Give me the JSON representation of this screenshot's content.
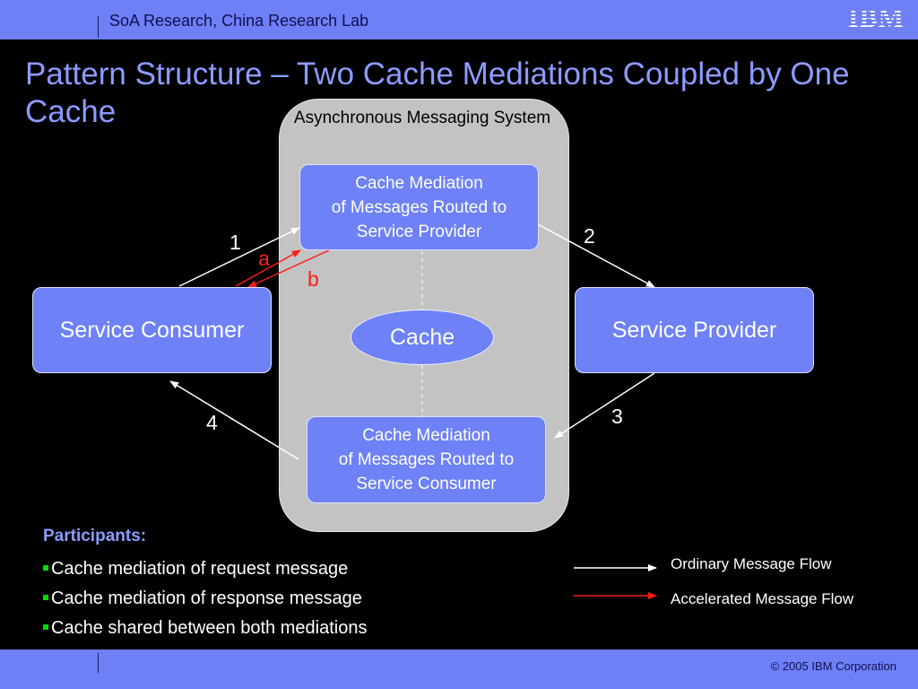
{
  "header": {
    "org": "SoA Research, China Research Lab",
    "logo": "IBM"
  },
  "title": "Pattern Structure – Two Cache Mediations Coupled by One Cache",
  "container": {
    "label": "Asynchronous Messaging System"
  },
  "nodes": {
    "request_mediation": "Cache Mediation\nof Messages Routed to\nService Provider",
    "response_mediation": "Cache Mediation\nof Messages Routed to\nService Consumer",
    "consumer": "Service Consumer",
    "provider": "Service Provider",
    "cache": "Cache"
  },
  "flow_labels": {
    "f1": "1",
    "f2": "2",
    "f3": "3",
    "f4": "4",
    "fa": "a",
    "fb": "b"
  },
  "participants": {
    "heading": "Participants:",
    "items": [
      "Cache mediation of request message",
      "Cache mediation of response message",
      "Cache shared between both mediations"
    ]
  },
  "legend": {
    "ordinary": "Ordinary Message Flow",
    "accelerated": "Accelerated Message Flow"
  },
  "colors": {
    "accent": "#6f7ff5",
    "box": "#6e81f7",
    "title": "#8c9bff",
    "accelerated": "#ff1a1a",
    "ordinary": "#ffffff"
  },
  "footer": {
    "copyright": "© 2005 IBM Corporation"
  }
}
